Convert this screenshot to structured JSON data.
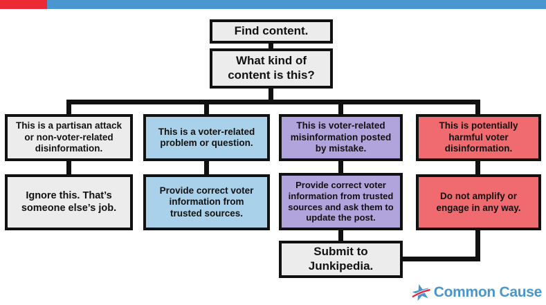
{
  "topbar": {
    "red_color": "#EC2A35",
    "blue_color": "#4997CE"
  },
  "flowchart": {
    "start": {
      "label": "Find content."
    },
    "question": {
      "label": "What kind of\ncontent is this?"
    },
    "branches": [
      {
        "id": "partisan-attack",
        "color": "#ECECEC",
        "statement": "This is a partisan attack\nor non-voter-related\ndisinformation.",
        "action": "Ignore this. That’s\nsomeone else’s job."
      },
      {
        "id": "voter-problem",
        "color": "#A9D2EA",
        "statement": "This is a voter-related\nproblem or question.",
        "action": "Provide correct voter\ninformation from\ntrusted sources."
      },
      {
        "id": "misinformation-mistake",
        "color": "#B1A3DB",
        "statement": "This is voter-related\nmisinformation posted\nby mistake.",
        "action": "Provide correct voter\ninformation from trusted\nsources and ask them to\nupdate the post."
      },
      {
        "id": "harmful-disinformation",
        "color": "#F06B70",
        "statement": "This is potentially\nharmful voter\ndisinformation.",
        "action": "Do not amplify or\nengage in any way."
      }
    ],
    "final": {
      "label": "Submit to\nJunkipedia.",
      "color": "#ECECEC"
    },
    "line_color": "#111111"
  },
  "footer": {
    "logo_text": "Common Cause",
    "logo_blue": "#4A96CC",
    "logo_red": "#E8283A"
  }
}
